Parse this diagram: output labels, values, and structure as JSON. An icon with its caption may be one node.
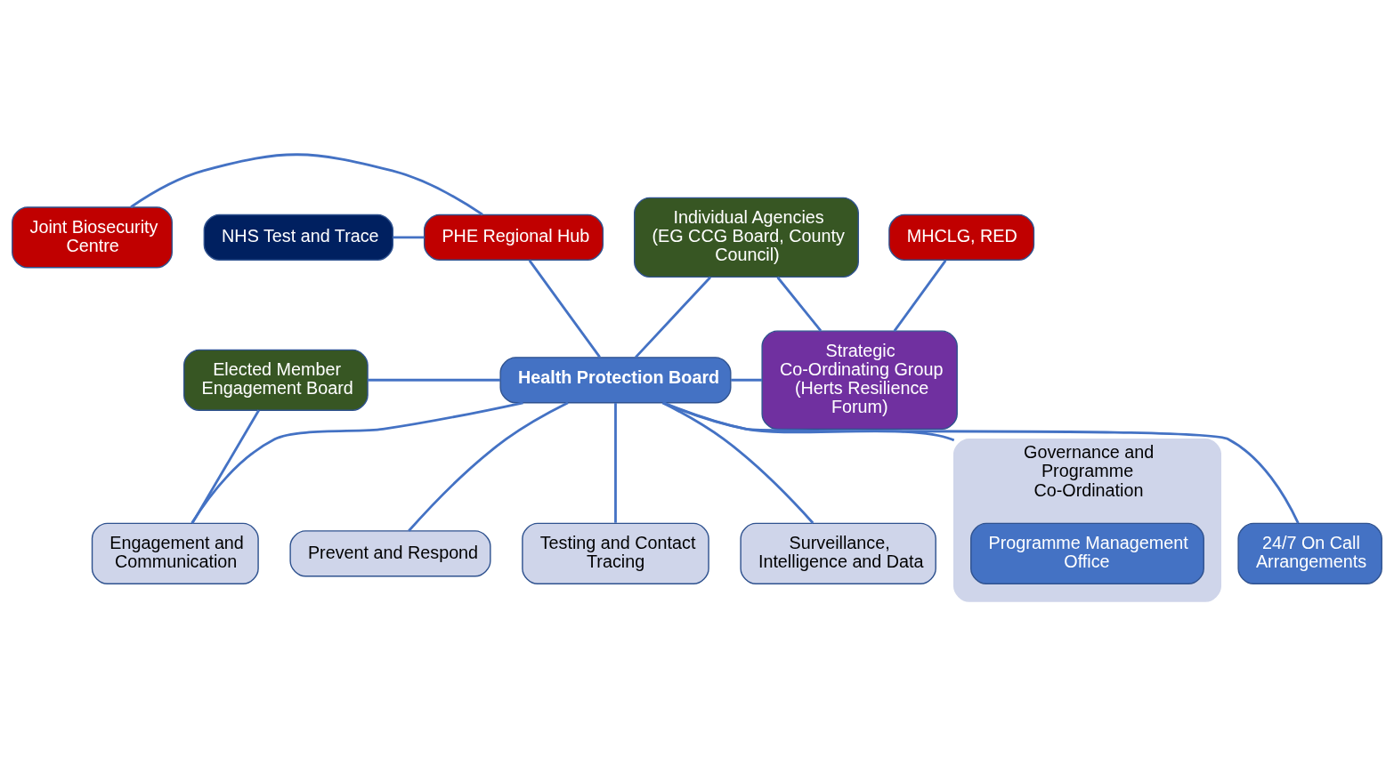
{
  "diagram": {
    "nodes": [
      {
        "text": [
          "NHS Test and Trace"
        ]
      },
      {
        "text": [
          "Joint Biosecurity Centre"
        ]
      },
      {
        "text": [
          "PHE Regional Hub"
        ]
      },
      {
        "text": [
          "Individual Agencies (EG CCG Board, County Council)"
        ]
      },
      {
        "text": [
          "MHCLG, RED"
        ]
      },
      {
        "text": [
          "Elected Member Engagement Board"
        ]
      },
      {
        "text": [
          "Health Protection Board"
        ]
      },
      {
        "text": [
          "Strategic Co-Ordinating Group (Herts Resilience Forum)"
        ]
      },
      {
        "text": [
          "24/7 On Call Arrangements"
        ]
      },
      {
        "text": [
          "Engagement and Communication"
        ]
      },
      {
        "text": [
          "Prevent and Respond"
        ]
      },
      {
        "text": [
          "Testing and Contact Tracing"
        ]
      },
      {
        "text": [
          "Surveillance, Intelligence and Data"
        ]
      },
      {
        "text": [
          "Governance and Programme Co-Ordination"
        ]
      },
      {
        "text": [
          "Programme Management Office"
        ],
        "in": 13
      }
    ],
    "edges": [
      {
        "from": 0,
        "to": 2,
        "arrow": "none"
      },
      {
        "from": 1,
        "to": 2,
        "arrow": "none"
      },
      {
        "from": 2,
        "to": 6,
        "arrow": "none"
      },
      {
        "from": 3,
        "to": 6,
        "arrow": "none"
      },
      {
        "from": 3,
        "to": 7,
        "arrow": "none"
      },
      {
        "from": 4,
        "to": 7,
        "arrow": "none"
      },
      {
        "from": 6,
        "to": 7,
        "arrow": "none"
      },
      {
        "from": 5,
        "to": 6,
        "arrow": "none"
      },
      {
        "from": 5,
        "to": 9,
        "arrow": "none"
      },
      {
        "from": 6,
        "to": 8,
        "arrow": "none"
      },
      {
        "from": 6,
        "to": 9,
        "arrow": "none"
      },
      {
        "from": 6,
        "to": 10,
        "arrow": "none"
      },
      {
        "from": 6,
        "to": 11,
        "arrow": "none"
      },
      {
        "from": 6,
        "to": 12,
        "arrow": "none"
      },
      {
        "from": 6,
        "to": 13,
        "arrow": "none"
      }
    ]
  }
}
